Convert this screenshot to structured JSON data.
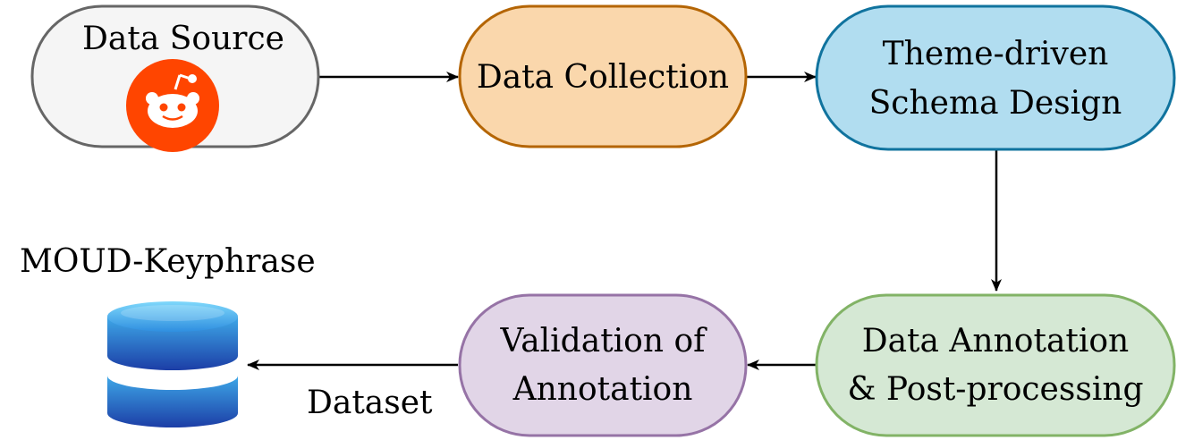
{
  "nodes": {
    "source": {
      "label": "Data Source",
      "fill": "#f5f5f5",
      "stroke": "#666666",
      "icon": "reddit-icon",
      "icon_color": "#ff4500"
    },
    "collection": {
      "label": "Data Collection",
      "fill": "#fad7ac",
      "stroke": "#b46504"
    },
    "schema": {
      "line1": "Theme-driven",
      "line2": "Schema Design",
      "fill": "#b1ddf0",
      "stroke": "#10739e"
    },
    "annotation": {
      "line1": "Data Annotation",
      "line2": "& Post-processing",
      "fill": "#d5e8d4",
      "stroke": "#82b366"
    },
    "validation": {
      "line1": "Validation of",
      "line2": "Annotation",
      "fill": "#e1d5e7",
      "stroke": "#9673a6"
    }
  },
  "dataset": {
    "title": "MOUD-Keyphrase",
    "edge_label": "Dataset",
    "icon": "database-icon",
    "color_top": "#4fc3f7",
    "color_bottom": "#1a3a9e"
  },
  "edge_color": "#000000"
}
